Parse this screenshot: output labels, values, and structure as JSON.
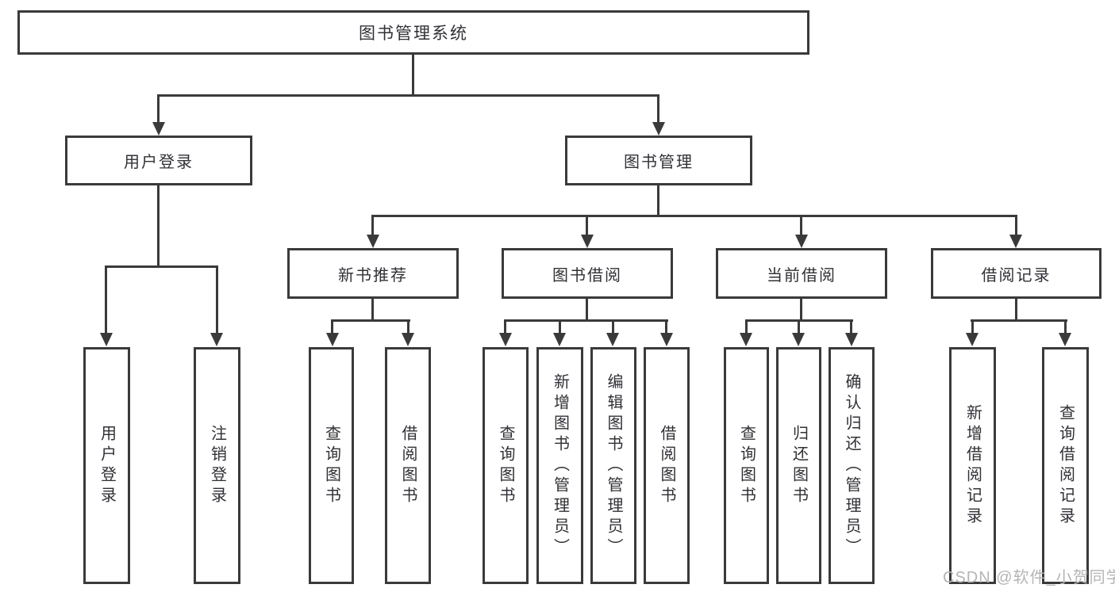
{
  "diagram": {
    "type": "hierarchy-tree",
    "watermark": "CSDN @软件_小贺同学",
    "colors": {
      "line": "#3a3a3a",
      "text": "#303036",
      "background": "#ffffff",
      "watermark": "#b5b5b5"
    },
    "tree": {
      "label": "图书管理系统",
      "children": [
        {
          "label": "用户登录",
          "children": [
            {
              "label": "用户登录"
            },
            {
              "label": "注销登录"
            }
          ]
        },
        {
          "label": "图书管理",
          "children": [
            {
              "label": "新书推荐",
              "children": [
                {
                  "label": "查询图书"
                },
                {
                  "label": "借阅图书"
                }
              ]
            },
            {
              "label": "图书借阅",
              "children": [
                {
                  "label": "查询图书"
                },
                {
                  "label": "新增图书（管理员）"
                },
                {
                  "label": "编辑图书（管理员）"
                },
                {
                  "label": "借阅图书"
                }
              ]
            },
            {
              "label": "当前借阅",
              "children": [
                {
                  "label": "查询图书"
                },
                {
                  "label": "归还图书"
                },
                {
                  "label": "确认归还（管理员）"
                }
              ]
            },
            {
              "label": "借阅记录",
              "children": [
                {
                  "label": "新增借阅记录"
                },
                {
                  "label": "查询借阅记录"
                }
              ]
            }
          ]
        }
      ]
    }
  }
}
